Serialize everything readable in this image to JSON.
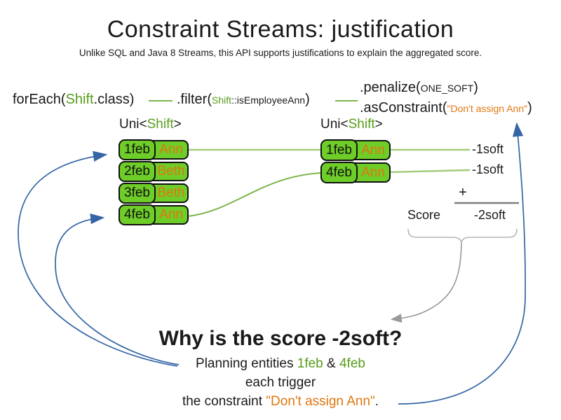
{
  "title": "Constraint Streams: justification",
  "subtitle": "Unlike SQL and Java 8 Streams, this API supports justifications to explain the aggregated score.",
  "code": {
    "foreach": {
      "pre": "forEach(",
      "cls": "Shift",
      "post": ".class)"
    },
    "filter": {
      "pre": ".filter(",
      "cls": "Shift",
      "arg": "::isEmployeeAnn",
      "post": ")"
    },
    "penalize": {
      "pre": ".penalize(",
      "arg": "ONE_SOFT",
      "post": ")"
    },
    "as_constraint": {
      "pre": ".asConstraint(",
      "arg": "\"Don't assign Ann\"",
      "post": ")"
    }
  },
  "streams": {
    "left": {
      "label_pre": "Uni<",
      "label_type": "Shift",
      "label_post": ">",
      "rows": [
        {
          "date": "1feb",
          "employee": "Ann"
        },
        {
          "date": "2feb",
          "employee": "Beth"
        },
        {
          "date": "3feb",
          "employee": "Beth"
        },
        {
          "date": "4feb",
          "employee": "Ann"
        }
      ]
    },
    "right": {
      "label_pre": "Uni<",
      "label_type": "Shift",
      "label_post": ">",
      "rows": [
        {
          "date": "1feb",
          "employee": "Ann"
        },
        {
          "date": "4feb",
          "employee": "Ann"
        }
      ]
    }
  },
  "score": {
    "penalty1": "-1soft",
    "penalty2": "-1soft",
    "plus": "+",
    "label": "Score",
    "total": "-2soft"
  },
  "why": {
    "heading": "Why is the score -2soft?",
    "l1_pre": "Planning entities ",
    "l1_entity1": "1feb",
    "l1_amp": " & ",
    "l1_entity2": "4feb",
    "l2": "each trigger",
    "l3_pre": "the constraint ",
    "l3_quote": "\"Don't assign Ann\"",
    "l3_post": "."
  },
  "colors": {
    "box_green": "#6ecd28",
    "text_green": "#579d1c",
    "line_green": "#a3cc7c",
    "dash_green": "#7db54c",
    "orange": "#e0770f",
    "arrow_blue": "#3465a4",
    "gray": "#808080"
  }
}
